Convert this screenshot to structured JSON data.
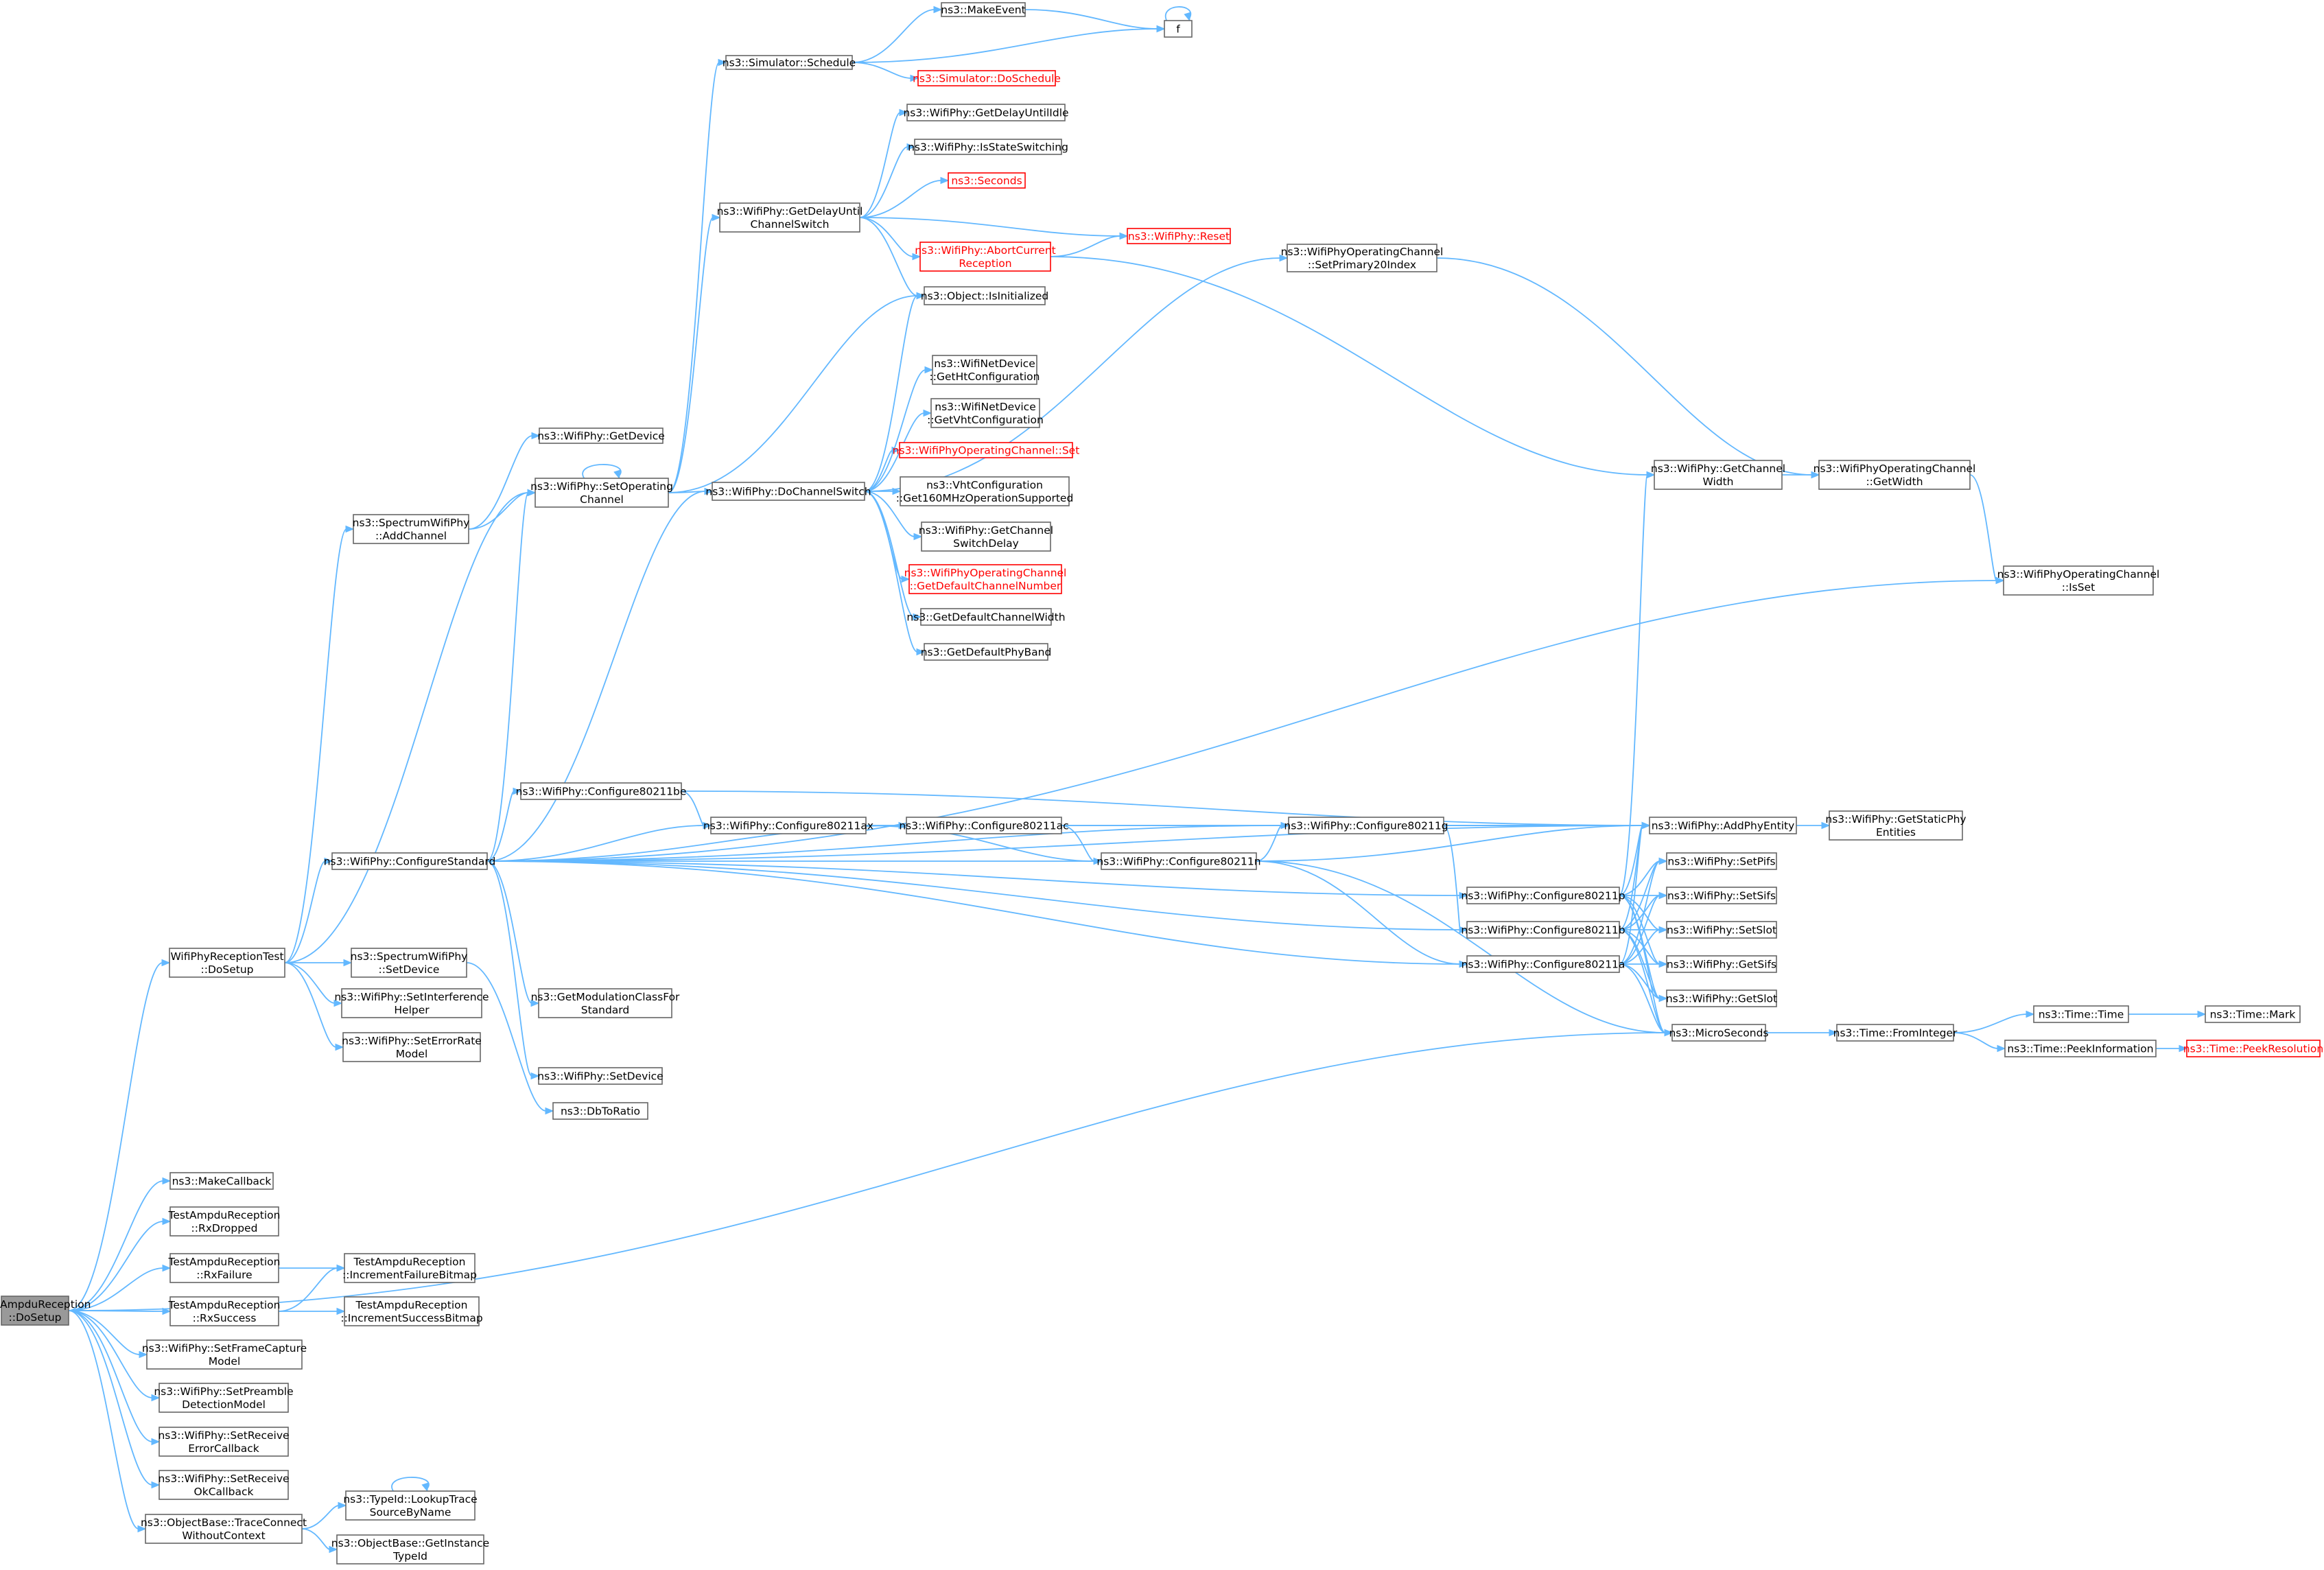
{
  "colors": {
    "edge": "#63b8ff",
    "node_border": "#666666",
    "red_border": "#ff0000",
    "root_fill": "#999999"
  },
  "nodes": [
    {
      "id": "root",
      "lines": [
        "TestAmpduReception",
        "::DoSetup"
      ],
      "style": "root"
    },
    {
      "id": "sched",
      "lines": [
        "ns3::Simulator::Schedule"
      ]
    },
    {
      "id": "makeevent",
      "lines": [
        "ns3::MakeEvent"
      ]
    },
    {
      "id": "f",
      "lines": [
        "f"
      ]
    },
    {
      "id": "doschedule",
      "lines": [
        "ns3::Simulator::DoSchedule"
      ],
      "style": "red"
    },
    {
      "id": "getdelayidle",
      "lines": [
        "ns3::WifiPhy::GetDelayUntilIdle"
      ]
    },
    {
      "id": "isstatesw",
      "lines": [
        "ns3::WifiPhy::IsStateSwitching"
      ]
    },
    {
      "id": "seconds",
      "lines": [
        "ns3::Seconds"
      ],
      "style": "red"
    },
    {
      "id": "getdelaych",
      "lines": [
        "ns3::WifiPhy::GetDelayUntil",
        "ChannelSwitch"
      ]
    },
    {
      "id": "reset",
      "lines": [
        "ns3::WifiPhy::Reset"
      ],
      "style": "red"
    },
    {
      "id": "abort",
      "lines": [
        "ns3::WifiPhy::AbortCurrent",
        "Reception"
      ],
      "style": "red"
    },
    {
      "id": "isinit",
      "lines": [
        "ns3::Object::IsInitialized"
      ]
    },
    {
      "id": "setprim",
      "lines": [
        "ns3::WifiPhyOperatingChannel",
        "::SetPrimary20Index"
      ]
    },
    {
      "id": "gethtcfg",
      "lines": [
        "ns3::WifiNetDevice",
        "::GetHtConfiguration"
      ]
    },
    {
      "id": "getvhtcfg",
      "lines": [
        "ns3::WifiNetDevice",
        "::GetVhtConfiguration"
      ]
    },
    {
      "id": "opchset",
      "lines": [
        "ns3::WifiPhyOperatingChannel::Set"
      ],
      "style": "red"
    },
    {
      "id": "get160",
      "lines": [
        "ns3::VhtConfiguration",
        "::Get160MHzOperationSupported"
      ]
    },
    {
      "id": "getchswdelay",
      "lines": [
        "ns3::WifiPhy::GetChannel",
        "SwitchDelay"
      ]
    },
    {
      "id": "getdefchnum",
      "lines": [
        "ns3::WifiPhyOperatingChannel",
        "::GetDefaultChannelNumber"
      ],
      "style": "red"
    },
    {
      "id": "getdefchw",
      "lines": [
        "ns3::GetDefaultChannelWidth"
      ]
    },
    {
      "id": "getdefband",
      "lines": [
        "ns3::GetDefaultPhyBand"
      ]
    },
    {
      "id": "getdevice",
      "lines": [
        "ns3::WifiPhy::GetDevice"
      ]
    },
    {
      "id": "setopch",
      "lines": [
        "ns3::WifiPhy::SetOperating",
        "Channel"
      ]
    },
    {
      "id": "dochsw",
      "lines": [
        "ns3::WifiPhy::DoChannelSwitch"
      ]
    },
    {
      "id": "addch",
      "lines": [
        "ns3::SpectrumWifiPhy",
        "::AddChannel"
      ]
    },
    {
      "id": "getchw",
      "lines": [
        "ns3::WifiPhy::GetChannel",
        "Width"
      ]
    },
    {
      "id": "opchgetw",
      "lines": [
        "ns3::WifiPhyOperatingChannel",
        "::GetWidth"
      ]
    },
    {
      "id": "opchisset",
      "lines": [
        "ns3::WifiPhyOperatingChannel",
        "::IsSet"
      ]
    },
    {
      "id": "cfgbe",
      "lines": [
        "ns3::WifiPhy::Configure80211be"
      ]
    },
    {
      "id": "cfgax",
      "lines": [
        "ns3::WifiPhy::Configure80211ax"
      ]
    },
    {
      "id": "cfgac",
      "lines": [
        "ns3::WifiPhy::Configure80211ac"
      ]
    },
    {
      "id": "cfgg",
      "lines": [
        "ns3::WifiPhy::Configure80211g"
      ]
    },
    {
      "id": "addphy",
      "lines": [
        "ns3::WifiPhy::AddPhyEntity"
      ]
    },
    {
      "id": "getstatic",
      "lines": [
        "ns3::WifiPhy::GetStaticPhy",
        "Entities"
      ]
    },
    {
      "id": "cfgstd",
      "lines": [
        "ns3::WifiPhy::ConfigureStandard"
      ]
    },
    {
      "id": "cfgn",
      "lines": [
        "ns3::WifiPhy::Configure80211n"
      ]
    },
    {
      "id": "cfgp",
      "lines": [
        "ns3::WifiPhy::Configure80211p"
      ]
    },
    {
      "id": "setpifs",
      "lines": [
        "ns3::WifiPhy::SetPifs"
      ]
    },
    {
      "id": "setsifs",
      "lines": [
        "ns3::WifiPhy::SetSifs"
      ]
    },
    {
      "id": "cfgb",
      "lines": [
        "ns3::WifiPhy::Configure80211b"
      ]
    },
    {
      "id": "setslot",
      "lines": [
        "ns3::WifiPhy::SetSlot"
      ]
    },
    {
      "id": "cfga",
      "lines": [
        "ns3::WifiPhy::Configure80211a"
      ]
    },
    {
      "id": "getsifs",
      "lines": [
        "ns3::WifiPhy::GetSifs"
      ]
    },
    {
      "id": "getslot",
      "lines": [
        "ns3::WifiPhy::GetSlot"
      ]
    },
    {
      "id": "micro",
      "lines": [
        "ns3::MicroSeconds"
      ]
    },
    {
      "id": "frominteger",
      "lines": [
        "ns3::Time::FromInteger"
      ]
    },
    {
      "id": "timetime",
      "lines": [
        "ns3::Time::Time"
      ]
    },
    {
      "id": "mark",
      "lines": [
        "ns3::Time::Mark"
      ]
    },
    {
      "id": "peekinfo",
      "lines": [
        "ns3::Time::PeekInformation"
      ]
    },
    {
      "id": "peekres",
      "lines": [
        "ns3::Time::PeekResolution"
      ],
      "style": "red"
    },
    {
      "id": "recvtest",
      "lines": [
        "WifiPhyReceptionTest",
        "::DoSetup"
      ]
    },
    {
      "id": "ssetdevice",
      "lines": [
        "ns3::SpectrumWifiPhy",
        "::SetDevice"
      ]
    },
    {
      "id": "setinterf",
      "lines": [
        "ns3::WifiPhy::SetInterference",
        "Helper"
      ]
    },
    {
      "id": "seterr",
      "lines": [
        "ns3::WifiPhy::SetErrorRate",
        "Model"
      ]
    },
    {
      "id": "getmodcls",
      "lines": [
        "ns3::GetModulationClassFor",
        "Standard"
      ]
    },
    {
      "id": "setdevice",
      "lines": [
        "ns3::WifiPhy::SetDevice"
      ]
    },
    {
      "id": "dbtoratio",
      "lines": [
        "ns3::DbToRatio"
      ]
    },
    {
      "id": "makecb",
      "lines": [
        "ns3::MakeCallback"
      ]
    },
    {
      "id": "rxdropped",
      "lines": [
        "TestAmpduReception",
        "::RxDropped"
      ]
    },
    {
      "id": "rxfailure",
      "lines": [
        "TestAmpduReception",
        "::RxFailure"
      ]
    },
    {
      "id": "incfail",
      "lines": [
        "TestAmpduReception",
        "::IncrementFailureBitmap"
      ]
    },
    {
      "id": "rxsuccess",
      "lines": [
        "TestAmpduReception",
        "::RxSuccess"
      ]
    },
    {
      "id": "incsucc",
      "lines": [
        "TestAmpduReception",
        "::IncrementSuccessBitmap"
      ]
    },
    {
      "id": "setfc",
      "lines": [
        "ns3::WifiPhy::SetFrameCapture",
        "Model"
      ]
    },
    {
      "id": "setpd",
      "lines": [
        "ns3::WifiPhy::SetPreamble",
        "DetectionModel"
      ]
    },
    {
      "id": "setrxerr",
      "lines": [
        "ns3::WifiPhy::SetReceive",
        "ErrorCallback"
      ]
    },
    {
      "id": "setrxok",
      "lines": [
        "ns3::WifiPhy::SetReceive",
        "OkCallback"
      ]
    },
    {
      "id": "traceconn",
      "lines": [
        "ns3::ObjectBase::TraceConnect",
        "WithoutContext"
      ]
    },
    {
      "id": "lookuptrace",
      "lines": [
        "ns3::TypeId::LookupTrace",
        "SourceByName"
      ]
    },
    {
      "id": "getinsttype",
      "lines": [
        "ns3::ObjectBase::GetInstance",
        "TypeId"
      ]
    }
  ],
  "edges": [
    [
      "sched",
      "makeevent"
    ],
    [
      "sched",
      "f"
    ],
    [
      "sched",
      "doschedule"
    ],
    [
      "makeevent",
      "f"
    ],
    [
      "f",
      "f"
    ],
    [
      "getdelaych",
      "getdelayidle"
    ],
    [
      "getdelaych",
      "isstatesw"
    ],
    [
      "getdelaych",
      "seconds"
    ],
    [
      "getdelaych",
      "reset"
    ],
    [
      "getdelaych",
      "abort"
    ],
    [
      "getdelaych",
      "isinit"
    ],
    [
      "abort",
      "reset"
    ],
    [
      "abort",
      "getchw"
    ],
    [
      "setopch",
      "sched"
    ],
    [
      "setopch",
      "getdelaych"
    ],
    [
      "setopch",
      "isinit"
    ],
    [
      "setopch",
      "dochsw"
    ],
    [
      "setopch",
      "setopch"
    ],
    [
      "dochsw",
      "isinit"
    ],
    [
      "dochsw",
      "setprim"
    ],
    [
      "dochsw",
      "gethtcfg"
    ],
    [
      "dochsw",
      "getvhtcfg"
    ],
    [
      "dochsw",
      "opchset"
    ],
    [
      "dochsw",
      "get160"
    ],
    [
      "dochsw",
      "getchswdelay"
    ],
    [
      "dochsw",
      "getdefchnum"
    ],
    [
      "dochsw",
      "getdefchw"
    ],
    [
      "dochsw",
      "getdefband"
    ],
    [
      "setprim",
      "opchgetw"
    ],
    [
      "getchw",
      "opchgetw"
    ],
    [
      "opchgetw",
      "opchisset"
    ],
    [
      "addch",
      "getdevice"
    ],
    [
      "addch",
      "setopch"
    ],
    [
      "cfgstd",
      "setopch"
    ],
    [
      "cfgstd",
      "dochsw"
    ],
    [
      "cfgstd",
      "opchisset"
    ],
    [
      "cfgstd",
      "cfgbe"
    ],
    [
      "cfgstd",
      "cfgax"
    ],
    [
      "cfgstd",
      "cfgac"
    ],
    [
      "cfgstd",
      "cfgn"
    ],
    [
      "cfgstd",
      "cfgg"
    ],
    [
      "cfgstd",
      "addphy"
    ],
    [
      "cfgstd",
      "cfgp"
    ],
    [
      "cfgstd",
      "cfgb"
    ],
    [
      "cfgstd",
      "cfga"
    ],
    [
      "cfgstd",
      "getmodcls"
    ],
    [
      "cfgstd",
      "setdevice"
    ],
    [
      "cfgbe",
      "cfgax"
    ],
    [
      "cfgbe",
      "addphy"
    ],
    [
      "cfgax",
      "cfgac"
    ],
    [
      "cfgax",
      "cfgn"
    ],
    [
      "cfgax",
      "addphy"
    ],
    [
      "cfgac",
      "cfgn"
    ],
    [
      "cfgac",
      "addphy"
    ],
    [
      "cfgn",
      "cfgg"
    ],
    [
      "cfgn",
      "cfga"
    ],
    [
      "cfgn",
      "addphy"
    ],
    [
      "cfgn",
      "micro"
    ],
    [
      "cfgg",
      "cfgb"
    ],
    [
      "cfgg",
      "addphy"
    ],
    [
      "addphy",
      "getstatic"
    ],
    [
      "cfgp",
      "getchw"
    ],
    [
      "cfgp",
      "addphy"
    ],
    [
      "cfgp",
      "setpifs"
    ],
    [
      "cfgp",
      "setsifs"
    ],
    [
      "cfgp",
      "setslot"
    ],
    [
      "cfgp",
      "getsifs"
    ],
    [
      "cfgp",
      "getslot"
    ],
    [
      "cfgp",
      "micro"
    ],
    [
      "cfgb",
      "addphy"
    ],
    [
      "cfgb",
      "setpifs"
    ],
    [
      "cfgb",
      "setsifs"
    ],
    [
      "cfgb",
      "setslot"
    ],
    [
      "cfgb",
      "getsifs"
    ],
    [
      "cfgb",
      "getslot"
    ],
    [
      "cfgb",
      "micro"
    ],
    [
      "cfga",
      "addphy"
    ],
    [
      "cfga",
      "setpifs"
    ],
    [
      "cfga",
      "setsifs"
    ],
    [
      "cfga",
      "setslot"
    ],
    [
      "cfga",
      "getsifs"
    ],
    [
      "cfga",
      "getslot"
    ],
    [
      "cfga",
      "micro"
    ],
    [
      "micro",
      "frominteger"
    ],
    [
      "frominteger",
      "timetime"
    ],
    [
      "frominteger",
      "peekinfo"
    ],
    [
      "timetime",
      "mark"
    ],
    [
      "peekinfo",
      "peekres"
    ],
    [
      "recvtest",
      "addch"
    ],
    [
      "recvtest",
      "setopch"
    ],
    [
      "recvtest",
      "cfgstd"
    ],
    [
      "recvtest",
      "ssetdevice"
    ],
    [
      "recvtest",
      "setinterf"
    ],
    [
      "recvtest",
      "seterr"
    ],
    [
      "ssetdevice",
      "dbtoratio"
    ],
    [
      "root",
      "recvtest"
    ],
    [
      "root",
      "micro"
    ],
    [
      "root",
      "makecb"
    ],
    [
      "root",
      "rxdropped"
    ],
    [
      "root",
      "rxfailure"
    ],
    [
      "root",
      "rxsuccess"
    ],
    [
      "root",
      "setfc"
    ],
    [
      "root",
      "setpd"
    ],
    [
      "root",
      "setrxerr"
    ],
    [
      "root",
      "setrxok"
    ],
    [
      "root",
      "traceconn"
    ],
    [
      "rxfailure",
      "incfail"
    ],
    [
      "rxsuccess",
      "incfail"
    ],
    [
      "rxsuccess",
      "incsucc"
    ],
    [
      "traceconn",
      "lookuptrace"
    ],
    [
      "traceconn",
      "getinsttype"
    ],
    [
      "lookuptrace",
      "lookuptrace"
    ]
  ]
}
